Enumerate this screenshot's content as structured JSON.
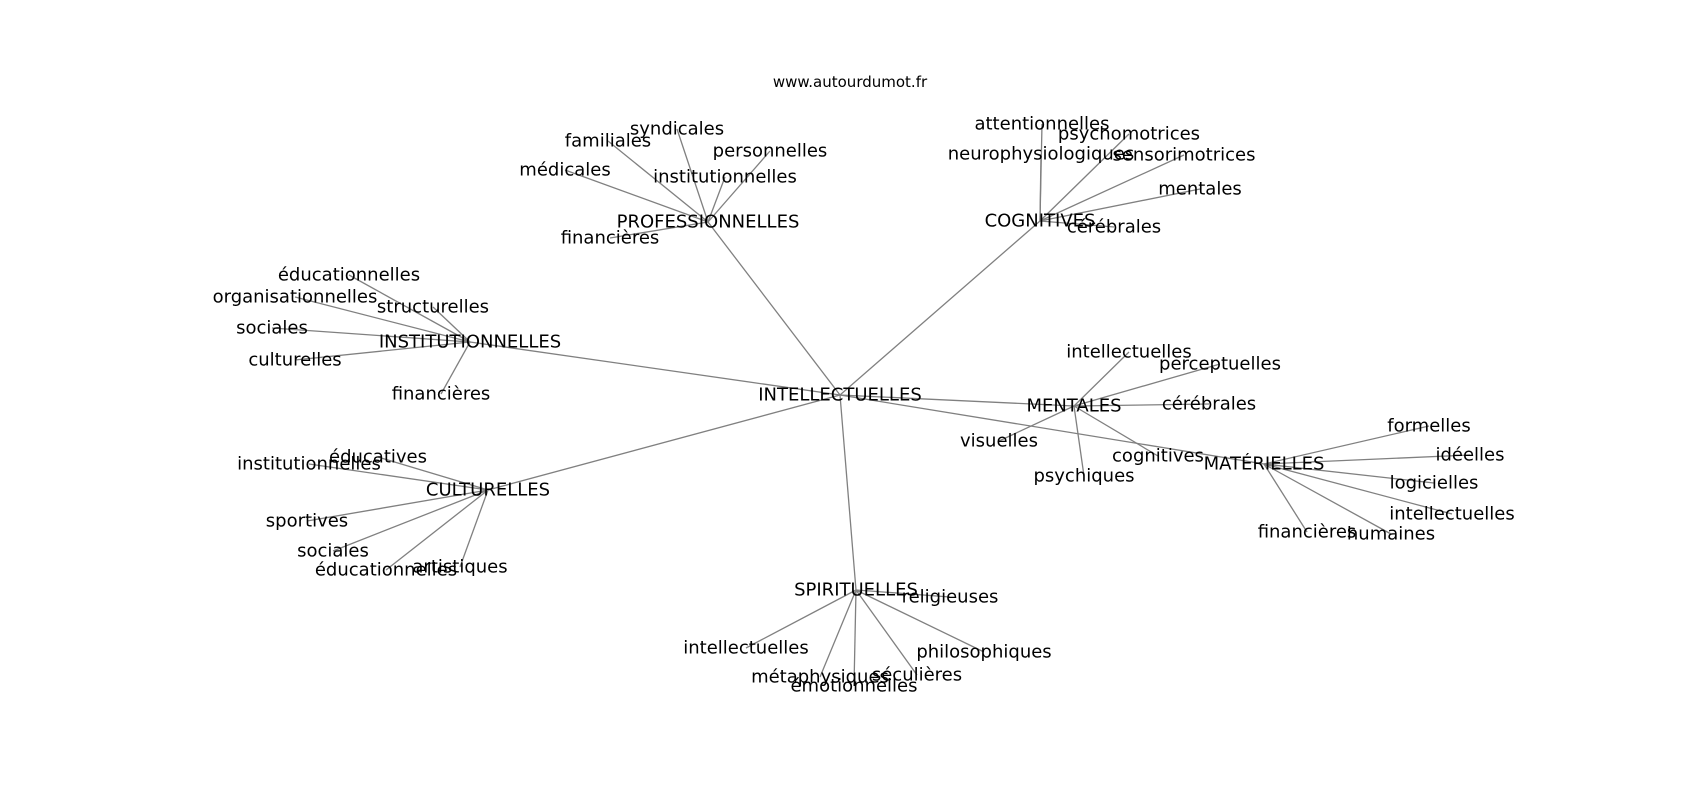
{
  "site_credit": "www.autourdumot.fr",
  "graph": {
    "root": "INTELLECTUELLES",
    "hubs": [
      {
        "id": "professionnelles",
        "label": "PROFESSIONNELLES",
        "leaves": [
          "syndicales",
          "familiales",
          "personnelles",
          "médicales",
          "institutionnelles",
          "financières"
        ]
      },
      {
        "id": "cognitives",
        "label": "COGNITIVES",
        "leaves": [
          "attentionnelles",
          "psychomotrices",
          "neurophysiologiques",
          "sensorimotrices",
          "mentales",
          "cérébrales"
        ]
      },
      {
        "id": "institutionnelles",
        "label": "INSTITUTIONNELLES",
        "leaves": [
          "éducationnelles",
          "organisationnelles",
          "structurelles",
          "sociales",
          "culturelles",
          "financières"
        ]
      },
      {
        "id": "mentales",
        "label": "MENTALES",
        "leaves": [
          "intellectuelles",
          "perceptuelles",
          "cérébrales",
          "visuelles",
          "cognitives",
          "psychiques"
        ]
      },
      {
        "id": "materielles",
        "label": "MATÉRIELLES",
        "leaves": [
          "formelles",
          "idéelles",
          "logicielles",
          "intellectuelles",
          "financières",
          "humaines"
        ]
      },
      {
        "id": "culturelles",
        "label": "CULTURELLES",
        "leaves": [
          "éducatives",
          "institutionnelles",
          "sportives",
          "sociales",
          "éducationnelles",
          "artistiques"
        ]
      },
      {
        "id": "spirituelles",
        "label": "SPIRITUELLES",
        "leaves": [
          "religieuses",
          "intellectuelles",
          "philosophiques",
          "métaphysiques",
          "séculières",
          "émotionnelles"
        ]
      }
    ]
  }
}
